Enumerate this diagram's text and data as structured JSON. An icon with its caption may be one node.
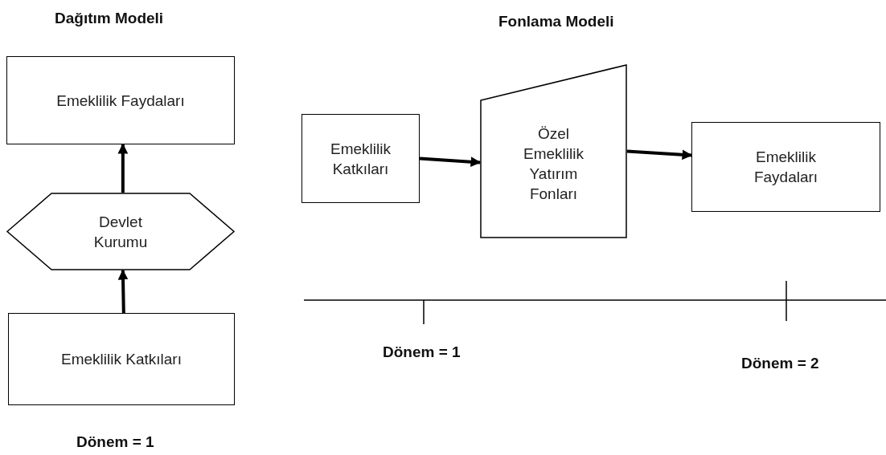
{
  "diagram": {
    "nodes": [
      {
        "text": [
          "Emeklilik Faydaları"
        ]
      },
      {
        "text": [
          "Devlet Kurumu"
        ]
      },
      {
        "text": [
          "Emeklilik Katkıları"
        ]
      },
      {
        "text": [
          "Emeklilik Katkıları"
        ]
      },
      {
        "text": [
          "Özel Emeklilik Yatırım Fonları"
        ]
      },
      {
        "text": [
          "Emeklilik Faydaları"
        ]
      }
    ],
    "edges": [
      {
        "from": 2,
        "to": 1,
        "arrow": "to"
      },
      {
        "from": 1,
        "to": 0,
        "arrow": "to"
      },
      {
        "from": 3,
        "to": 4,
        "arrow": "to"
      },
      {
        "from": 4,
        "to": 5,
        "arrow": "to"
      }
    ],
    "labels": [
      "Dağıtım Modeli",
      "Fonlama Modeli",
      "Dönem = 1",
      "Dönem = 1",
      "Dönem = 2"
    ]
  }
}
